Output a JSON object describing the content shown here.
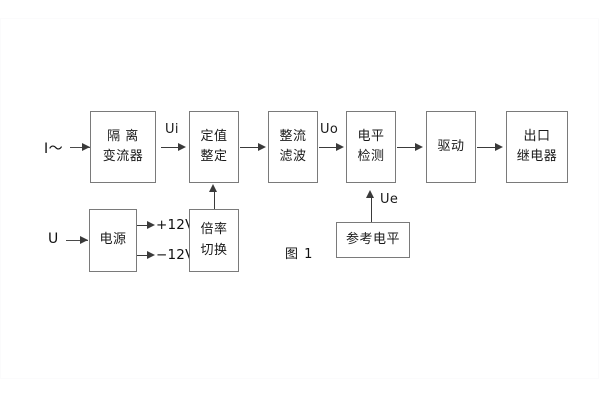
{
  "figure": {
    "caption": "图 1",
    "inputs": {
      "current": "I～",
      "voltage": "U"
    },
    "signals": {
      "ui": "Ui",
      "uo": "Uo",
      "ue": "Ue"
    },
    "rails": {
      "positive": "+12V",
      "negative": "−12V"
    },
    "blocks": [
      {
        "id": "isolation-transformer",
        "line1": "隔 离",
        "line2": "变流器"
      },
      {
        "id": "setting-adjust",
        "line1": "定值",
        "line2": "整定"
      },
      {
        "id": "rectify-filter",
        "line1": "整流",
        "line2": "滤波"
      },
      {
        "id": "level-detect",
        "line1": "电平",
        "line2": "检测"
      },
      {
        "id": "driver",
        "line1": "驱动",
        "line2": ""
      },
      {
        "id": "output-relay",
        "line1": "出口",
        "line2": "继电器"
      },
      {
        "id": "power-supply",
        "line1": "电源",
        "line2": ""
      },
      {
        "id": "ratio-switch",
        "line1": "倍率",
        "line2": "切换"
      },
      {
        "id": "reference-level",
        "line1": "参考电平",
        "line2": ""
      }
    ],
    "colors": {
      "block_border": "#7a7a7a",
      "connector": "#3a3a3a",
      "text": "#1a1a1a",
      "background": "#ffffff"
    }
  }
}
